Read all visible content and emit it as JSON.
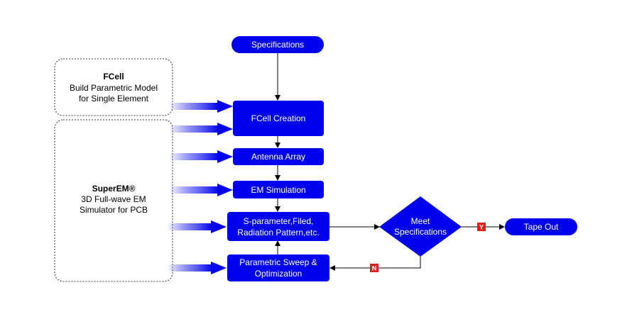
{
  "colors": {
    "node_fill": "#0000ee",
    "connector": "#000000",
    "tag_fill": "#dd1e1e",
    "panel_border": "#333333"
  },
  "nodes": {
    "specifications": "Specifications",
    "fcell_creation": "FCell Creation",
    "antenna_array": "Antenna Array",
    "em_simulation": "EM Simulation",
    "s_parameter": [
      "S-parameter,Filed,",
      "Radiation Pattern,etc."
    ],
    "parametric_sweep": [
      "Parametric Sweep &",
      "Optimization"
    ],
    "meet_specifications": [
      "Meet",
      "Specifications"
    ],
    "tape_out": "Tape Out"
  },
  "tags": {
    "yes": "Y",
    "no": "N"
  },
  "panels": {
    "fcell": {
      "title": "FCell",
      "lines": [
        "Build Parametric Model",
        "for Single Element"
      ]
    },
    "superem": {
      "title": "SuperEM®",
      "lines": [
        "3D Full-wave EM",
        "Simulator for PCB"
      ]
    }
  }
}
